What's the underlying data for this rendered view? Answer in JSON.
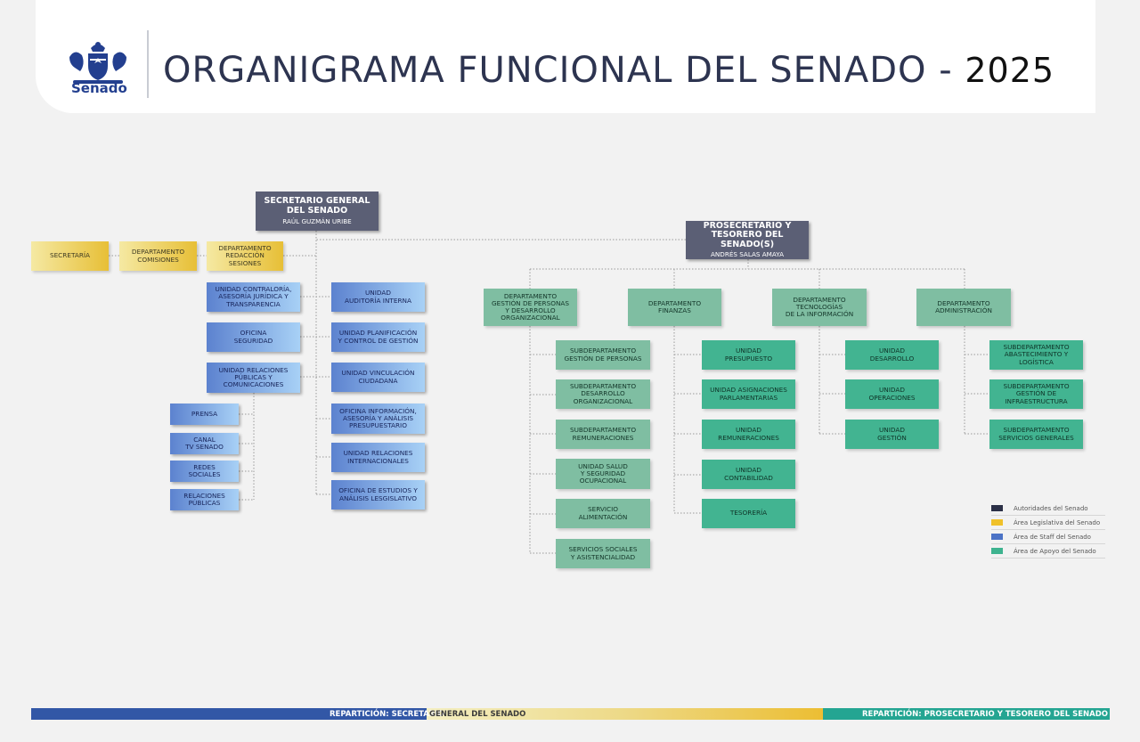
{
  "header": {
    "logo_text": "Senado",
    "title": "ORGANIGRAMA FUNCIONAL DEL SENADO - ",
    "year": "2025"
  },
  "secretario": {
    "title": "SECRETARIO GENERAL\nDEL SENADO",
    "name": "RAÚL GUZMÁN URIBE"
  },
  "prosecretario": {
    "title": "PROSECRETARIO Y\nTESORERO DEL SENADO(S)",
    "name": "ANDRÉS SALAS AMAYA"
  },
  "legislativo": {
    "secretaria": "SECRETARÍA",
    "comisiones": "DEPARTAMENTO\nCOMISIONES",
    "redaccion": "DEPARTAMENTO\nREDACCIÓN\nSESIONES"
  },
  "staff_left": {
    "contraloria": "UNIDAD CONTRALORÍA,\nASESORÍA JURÍDICA Y\nTRANSPARENCIA",
    "seguridad": "OFICINA\nSEGURIDAD",
    "relaciones": "UNIDAD RELACIONES\nPÚBLICAS Y\nCOMUNICACIONES"
  },
  "comunicaciones": {
    "prensa": "PRENSA",
    "canal": "CANAL\nTV SENADO",
    "redes": "REDES\nSOCIALES",
    "relaciones_publicas": "RELACIONES\nPÚBLICAS"
  },
  "staff_right": {
    "auditoria": "UNIDAD\nAUDITORÍA INTERNA",
    "planificacion": "UNIDAD PLANIFICACIÓN\nY CONTROL DE GESTIÓN",
    "vinculacion": "UNIDAD VINCULACIÓN\nCIUDADANA",
    "presupuestario": "OFICINA INFORMACIÓN,\nASESORÍA Y ANÁLISIS\nPRESUPUESTARIO",
    "internacionales": "UNIDAD RELACIONES\nINTERNACIONALES",
    "estudios": "OFICINA DE ESTUDIOS Y\nANÁLISIS LESGISLATIVO"
  },
  "departments": {
    "personas": "DEPARTAMENTO\nGESTIÓN DE PERSONAS\nY DESARROLLO\nORGANIZACIONAL",
    "finanzas": "DEPARTAMENTO\nFINANZAS",
    "tecnologias": "DEPARTAMENTO\nTECNOLOGÍAS\nDE LA INFORMACIÓN",
    "administracion": "DEPARTAMENTO\nADMINISTRACIÓN"
  },
  "personas_units": {
    "gestion": "SUBDEPARTAMENTO\nGESTIÓN DE PERSONAS",
    "desarrollo": "SUBDEPARTAMENTO\nDESARROLLO\nORGANIZACIONAL",
    "remuneraciones": "SUBDEPARTAMENTO\nREMUNERACIONES",
    "salud": "UNIDAD SALUD\nY SEGURIDAD\nOCUPACIONAL",
    "alimentacion": "SERVICIO\nALIMENTACIÓN",
    "sociales": "SERVICIOS SOCIALES\nY ASISTENCIALIDAD"
  },
  "finanzas_units": {
    "presupuesto": "UNIDAD\nPRESUPUESTO",
    "asignaciones": "UNIDAD ASIGNACIONES\nPARLAMENTARIAS",
    "remuneraciones": "UNIDAD\nREMUNERACIONES",
    "contabilidad": "UNIDAD\nCONTABILIDAD",
    "tesoreria": "TESORERÍA"
  },
  "ti_units": {
    "desarrollo": "UNIDAD\nDESARROLLO",
    "operaciones": "UNIDAD\nOPERACIONES",
    "gestion": "UNIDAD\nGESTIÓN"
  },
  "admin_units": {
    "abastecimiento": "SUBDEPARTAMENTO\nABASTECIMIENTO Y\nLOGÍSTICA",
    "infraestructura": "SUBDEPARTAMENTO\nGESTIÓN DE\nINFRAESTRUCTURA",
    "servicios": "SUBDEPARTAMENTO\nSERVICIOS GENERALES"
  },
  "legend": [
    {
      "label": "Autoridades del Senado",
      "color": "#2b3047"
    },
    {
      "label": "Área Legislativa del Senado",
      "color": "#f0c12a"
    },
    {
      "label": "Área de Staff del Senado",
      "color": "#4c73c6"
    },
    {
      "label": "Área de Apoyo del Senado",
      "color": "#3eb38f"
    }
  ],
  "footer": {
    "left_a": "REPARTICIÓN: SECRETARIO ",
    "left_b": "GENERAL DEL SENADO",
    "right": "REPARTICIÓN:  PROSECRETARIO Y TESORERO DEL SENADO"
  }
}
